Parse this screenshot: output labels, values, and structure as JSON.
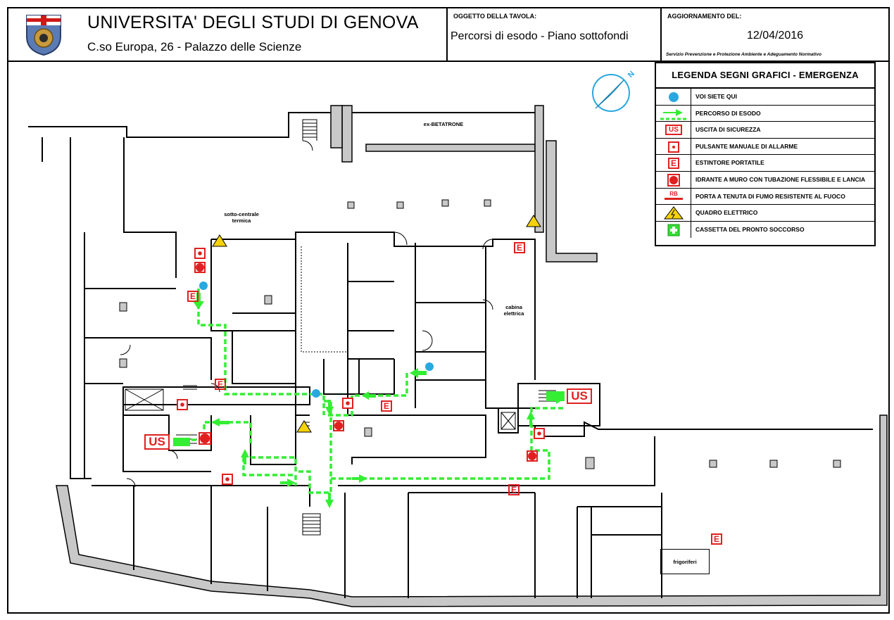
{
  "header": {
    "university": "UNIVERSITA' DEGLI STUDI DI GENOVA",
    "address": "C.so Europa, 26 - Palazzo delle Scienze",
    "object_label": "OGGETTO DELLA TAVOLA:",
    "object_value": "Percorsi di esodo - Piano sottofondi",
    "update_label": "AGGIORNAMENTO DEL:",
    "update_value": "12/04/2016",
    "service_note": "Servizio Prevenzione e Protezione Ambiente e Adeguamento Normativo"
  },
  "legend": {
    "title": "LEGENDA SEGNI GRAFICI - EMERGENZA",
    "items": [
      {
        "symbol": "you-are-here",
        "label": "VOI SIETE QUI"
      },
      {
        "symbol": "exit-route",
        "label": "PERCORSO DI ESODO"
      },
      {
        "symbol": "emergency-exit",
        "label": "USCITA DI SICUREZZA",
        "code": "US"
      },
      {
        "symbol": "manual-alarm",
        "label": "PULSANTE MANUALE DI ALLARME"
      },
      {
        "symbol": "extinguisher",
        "label": "ESTINTORE PORTATILE",
        "code": "E"
      },
      {
        "symbol": "hydrant",
        "label": "IDRANTE A MURO CON TUBAZIONE FLESSIBILE E LANCIA"
      },
      {
        "symbol": "fire-door",
        "label": "PORTA A TENUTA DI FUMO RESISTENTE AL FUOCO",
        "code": "RB"
      },
      {
        "symbol": "electrical-panel",
        "label": "QUADRO ELETTRICO"
      },
      {
        "symbol": "first-aid",
        "label": "CASSETTA DEL PRONTO SOCCORSO"
      }
    ]
  },
  "compass": {
    "north_label": "N"
  },
  "plan": {
    "rooms": {
      "betatrone": "ex-BETATRONE",
      "centrale": "sotto-centrale termica",
      "cabina": "cabina elettrica",
      "frigoriferi": "frigoriferi"
    },
    "exit_code": "US",
    "extinguisher_code": "E"
  },
  "colors": {
    "route": "#33ee33",
    "safety_red": "#e02020",
    "you_are_here": "#29a8e0",
    "wall_fill": "#c8c8c8",
    "panel_yellow": "#f5d20a"
  }
}
